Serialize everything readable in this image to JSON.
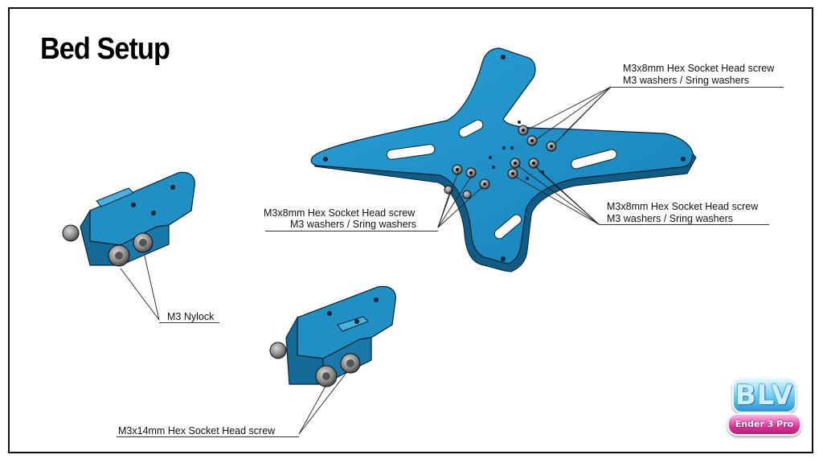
{
  "title": "Bed Setup",
  "colors": {
    "part_blue": "#1f8fc4",
    "part_blue_dark": "#136a96",
    "part_blue_light": "#49b2e0",
    "nut_gray": "#8a8a8a",
    "outline": "#0b2433"
  },
  "labels": {
    "top_right_line1": "M3x8mm Hex Socket Head screw",
    "top_right_line2": "M3 washers / Sring washers",
    "mid_right_line1": "M3x8mm Hex Socket Head screw",
    "mid_right_line2": "M3 washers / Sring washers",
    "mid_left_line1": "M3x8mm Hex Socket Head screw",
    "mid_left_line2": "M3 washers / Sring washers",
    "nylock": "M3 Nylock",
    "bottom_screw": "M3x14mm Hex Socket Head screw"
  },
  "logo": {
    "top_text": "BLV",
    "bottom_text": "Ender 3 Pro"
  },
  "icons": {
    "bed_plate": "bed-plate-diagram",
    "bracket": "wheel-bracket-diagram"
  }
}
